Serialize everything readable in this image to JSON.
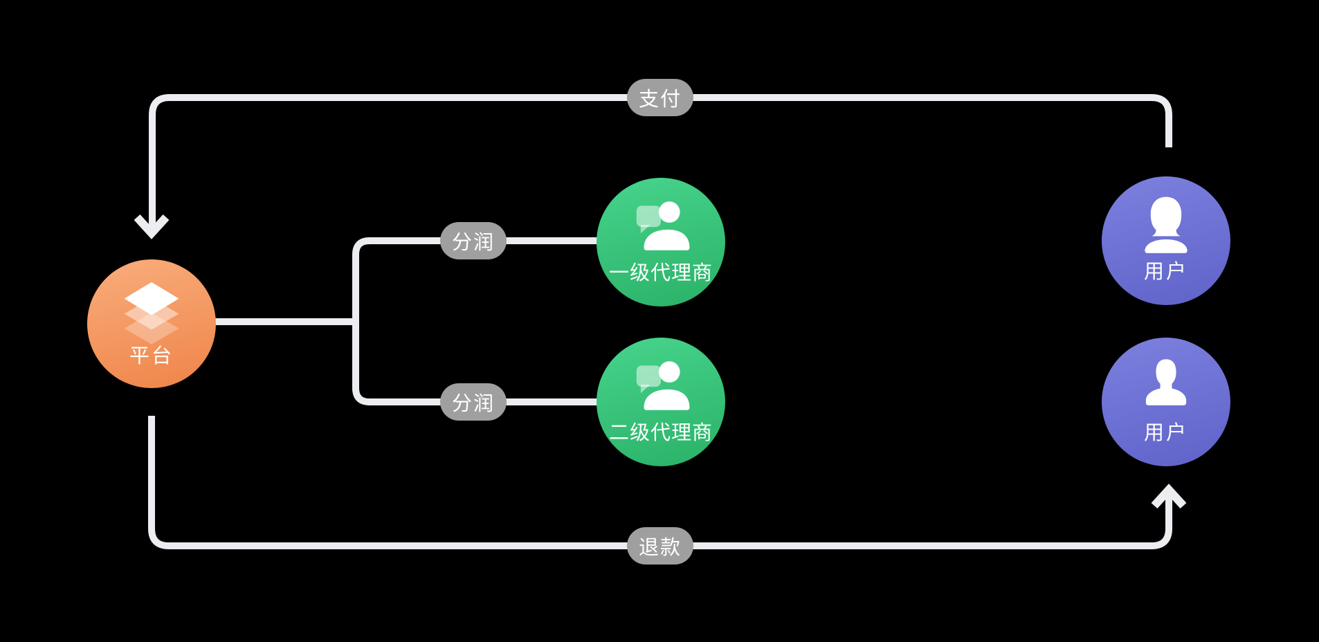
{
  "diagram": {
    "type": "flow-diagram",
    "nodes": {
      "platform": {
        "label": "平台",
        "icon": "layers-icon"
      },
      "agent_level1": {
        "label": "一级代理商",
        "icon": "agent-contact-icon"
      },
      "agent_level2": {
        "label": "二级代理商",
        "icon": "agent-contact-icon"
      },
      "user_top": {
        "label": "用户",
        "icon": "female-user-icon"
      },
      "user_bottom": {
        "label": "用户",
        "icon": "male-user-icon"
      }
    },
    "edges": {
      "pay": {
        "label": "支付",
        "arrow_points_to": "platform"
      },
      "profit_share_top": {
        "label": "分润",
        "arrow_points_to": null
      },
      "profit_share_bottom": {
        "label": "分润",
        "arrow_points_to": null
      },
      "refund": {
        "label": "退款",
        "arrow_points_to": "user_bottom"
      }
    }
  },
  "colors": {
    "bg": "#000000",
    "line": "#ebedf0",
    "pill-bg": "#9f9f9f",
    "pill-text": "#ffffff",
    "node-text": "#ffffff",
    "orange-1": "#f9ad7c",
    "orange-2": "#ef8449",
    "green-1": "#47d48c",
    "green-2": "#2ab167",
    "purple-1": "#7c80de",
    "purple-2": "#5f63c9"
  }
}
